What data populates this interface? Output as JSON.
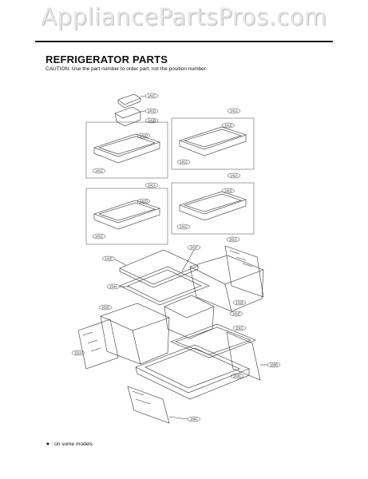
{
  "watermark": "AppliancePartsPros.com",
  "page": {
    "title": "REFRIGERATOR PARTS",
    "caution": "CAUTION: Use the part number to order part, not the position number.",
    "footnote": "★ : on some models"
  },
  "callouts": {
    "c141c_tray": "141C",
    "c141d_bin": "141D",
    "c141b_tl": "141B",
    "c141d_tl": "141D",
    "c141c_tl": "141C",
    "c141a_tr": "141A",
    "c141d_tr": "141D",
    "c141c_tr": "141C",
    "c141a_ml": "141A",
    "c141d_ml": "141D",
    "c141c_ml": "141C",
    "c141a_mr": "141A",
    "c141d_mr": "141D",
    "c141c_mr": "141C",
    "c141e": "141E",
    "c141f": "141F",
    "c154a": "154A",
    "c161c": "161C",
    "c161b": "161B",
    "c151b": "151B",
    "c151a": "151A",
    "c161e": "161E",
    "c151c": "151C",
    "c160b": "160B",
    "c143c": "143C",
    "c160a": "160A"
  }
}
